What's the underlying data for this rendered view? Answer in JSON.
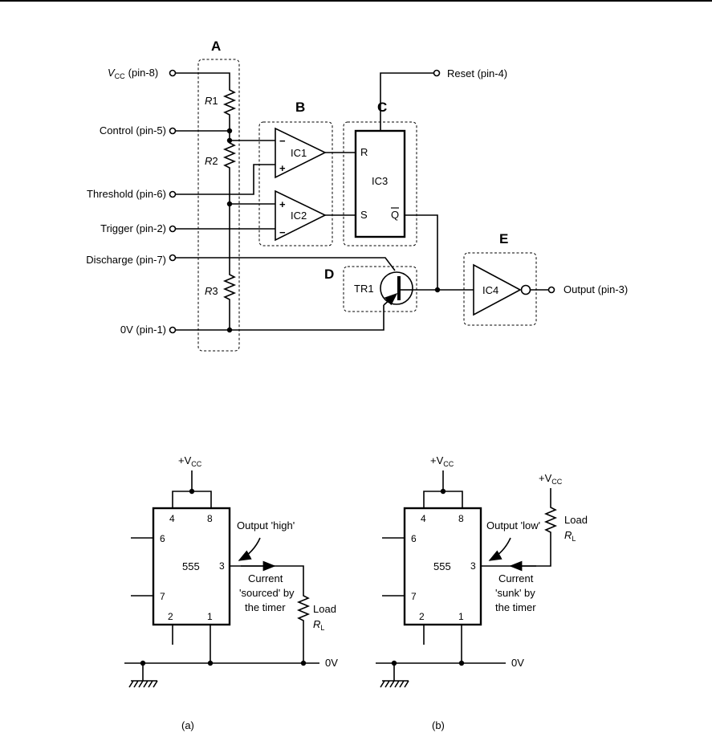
{
  "diagram": {
    "blocks": {
      "a": "A",
      "b": "B",
      "c": "C",
      "d": "D",
      "e": "E"
    },
    "pins": {
      "vcc_main": "V",
      "vcc_sub": "CC",
      "vcc_suffix": "(pin-8)",
      "control": "Control (pin-5)",
      "threshold": "Threshold (pin-6)",
      "trigger": "Trigger (pin-2)",
      "discharge": "Discharge (pin-7)",
      "ground": "0V (pin-1)",
      "reset": "Reset (pin-4)",
      "output": "Output (pin-3)"
    },
    "resistors": {
      "r1_main": "R",
      "r1_num": "1",
      "r2_main": "R",
      "r2_num": "2",
      "r3_main": "R",
      "r3_num": "3"
    },
    "ics": {
      "ic1": "IC1",
      "ic2": "IC2",
      "ic3": "IC3",
      "ic4": "IC4",
      "tr1": "TR1"
    },
    "ic3_inputs": {
      "r": "R",
      "s": "S",
      "qbar": "Q"
    },
    "comparator_signs": {
      "minus": "−",
      "plus": "+"
    }
  },
  "circuit_a": {
    "vcc_prefix": "+V",
    "vcc_sub": "CC",
    "pins": {
      "p4": "4",
      "p8": "8",
      "p6": "6",
      "p3": "3",
      "p7": "7",
      "p2": "2",
      "p1": "1"
    },
    "chip": "555",
    "annotation": "Output 'high'",
    "current_line1": "Current",
    "current_line2": "'sourced' by",
    "current_line3": "the timer",
    "load": "Load",
    "rl_main": "R",
    "rl_sub": "L",
    "ground": "0V",
    "caption": "(a)"
  },
  "circuit_b": {
    "vcc_prefix": "+V",
    "vcc_sub": "CC",
    "load_vcc_prefix": "+V",
    "load_vcc_sub": "CC",
    "pins": {
      "p4": "4",
      "p8": "8",
      "p6": "6",
      "p3": "3",
      "p7": "7",
      "p2": "2",
      "p1": "1"
    },
    "chip": "555",
    "annotation": "Output 'low'",
    "current_line1": "Current",
    "current_line2": "'sunk' by",
    "current_line3": "the timer",
    "load": "Load",
    "rl_main": "R",
    "rl_sub": "L",
    "ground": "0V",
    "caption": "(b)"
  }
}
